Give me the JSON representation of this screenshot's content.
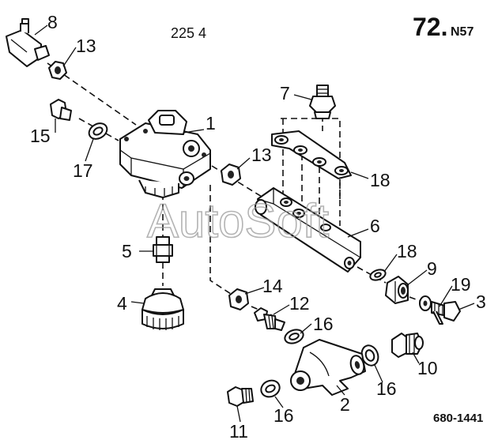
{
  "header": {
    "page_number": "72.",
    "page_suffix": "N57",
    "code_top": "225 4"
  },
  "footer": {
    "drawing_number": "680-1441"
  },
  "watermark": {
    "text": "AutoSoft"
  },
  "callouts": [
    {
      "id": "c8",
      "label": "8"
    },
    {
      "id": "c13a",
      "label": "13"
    },
    {
      "id": "c1",
      "label": "1"
    },
    {
      "id": "c15",
      "label": "15"
    },
    {
      "id": "c17",
      "label": "17"
    },
    {
      "id": "c7",
      "label": "7"
    },
    {
      "id": "c13b",
      "label": "13"
    },
    {
      "id": "c18a",
      "label": "18"
    },
    {
      "id": "c6",
      "label": "6"
    },
    {
      "id": "c5",
      "label": "5"
    },
    {
      "id": "c4",
      "label": "4"
    },
    {
      "id": "c18b",
      "label": "18"
    },
    {
      "id": "c9",
      "label": "9"
    },
    {
      "id": "c19",
      "label": "19"
    },
    {
      "id": "c3",
      "label": "3"
    },
    {
      "id": "c14",
      "label": "14"
    },
    {
      "id": "c12",
      "label": "12"
    },
    {
      "id": "c16a",
      "label": "16"
    },
    {
      "id": "c10",
      "label": "10"
    },
    {
      "id": "c16b",
      "label": "16"
    },
    {
      "id": "c2",
      "label": "2"
    },
    {
      "id": "c16c",
      "label": "16"
    },
    {
      "id": "c11",
      "label": "11"
    }
  ]
}
